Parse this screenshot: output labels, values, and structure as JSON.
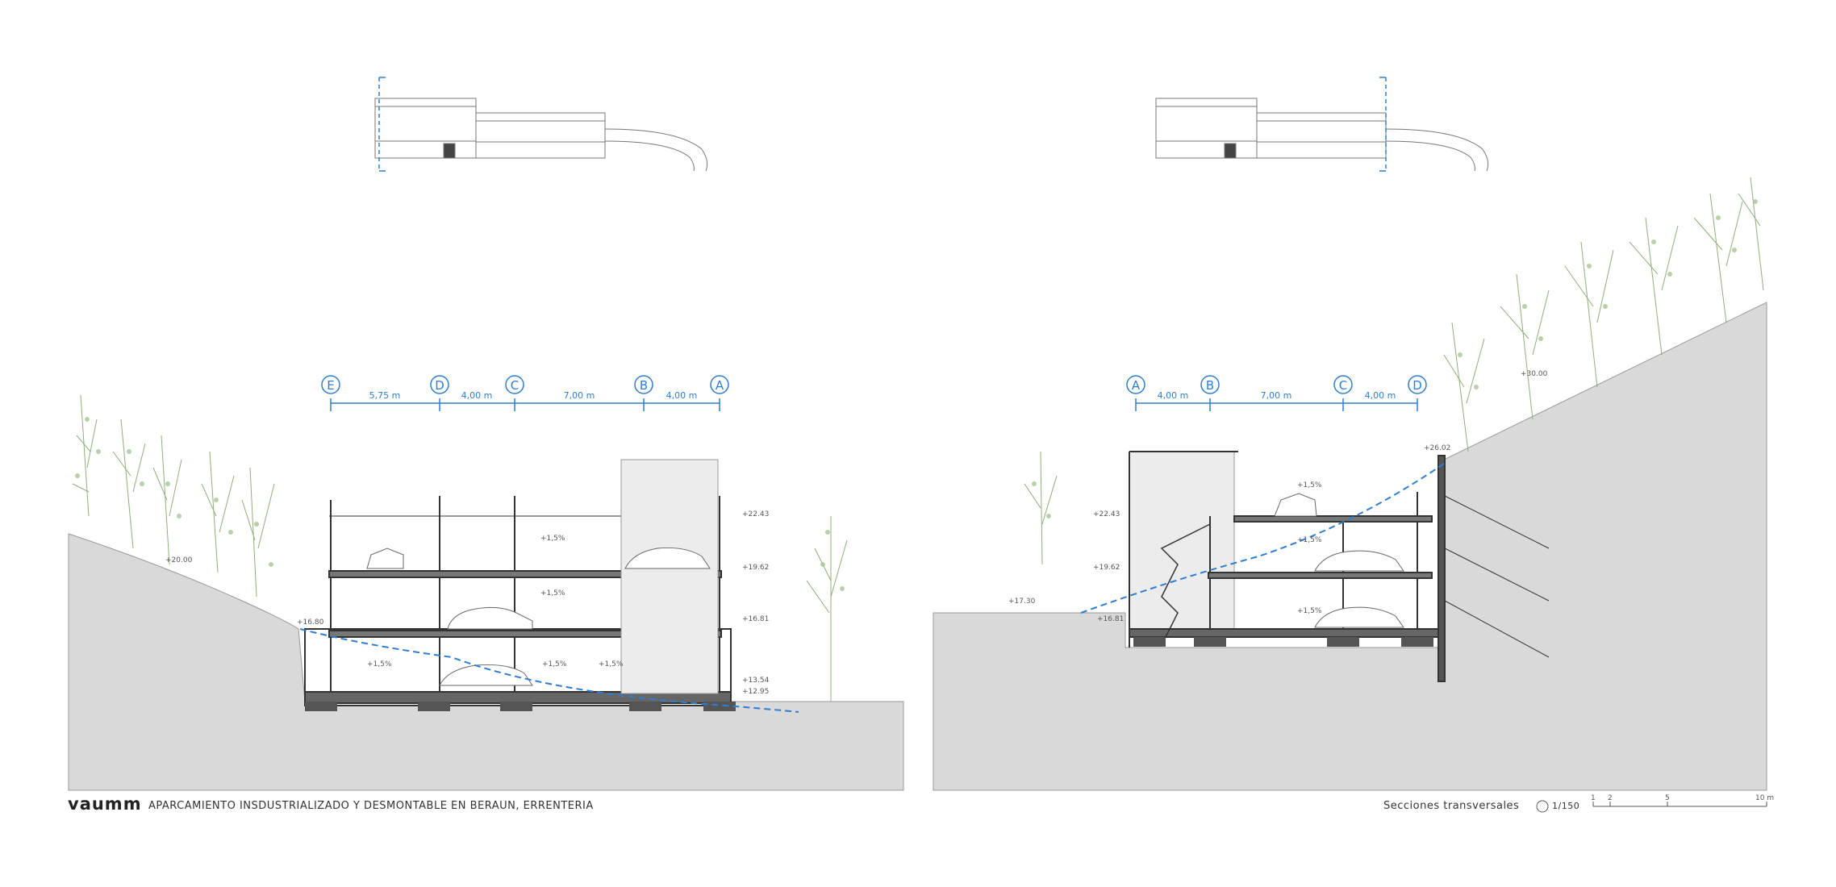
{
  "footer": {
    "logo": "vaumm",
    "project_title": "APARCAMIENTO INSDUSTRIALIZADO Y DESMONTABLE EN BERAUN, ERRENTERIA",
    "sheet_title": "Secciones transversales",
    "scale": "1/150",
    "scale_ticks": [
      "1",
      "2",
      "5",
      "10 m"
    ]
  },
  "section_left": {
    "axes": [
      "E",
      "D",
      "C",
      "B",
      "A"
    ],
    "spans": [
      "5,75 m",
      "4,00 m",
      "7,00 m",
      "4,00 m"
    ],
    "levels": [
      "+22.43",
      "+19.62",
      "+16.81",
      "+13.54",
      "+12.95",
      "+16.80",
      "+20.00"
    ],
    "slopes": [
      "+1,5%",
      "+1,5%",
      "+1,5%",
      "+1,5%",
      "+1,5%"
    ]
  },
  "section_right": {
    "axes": [
      "A",
      "B",
      "C",
      "D"
    ],
    "spans": [
      "4,00 m",
      "7,00 m",
      "4,00 m"
    ],
    "levels": [
      "+26.02",
      "+30.00",
      "+22.43",
      "+19.62",
      "+17.30",
      "+16.81"
    ],
    "slopes": [
      "+1,5%",
      "+1,5%",
      "+1,5%"
    ]
  },
  "colors": {
    "accent_blue": "#2f7dd1",
    "ground_grey": "#d8d8d8",
    "line_dark": "#333333",
    "vegetation": "#8fae7a"
  }
}
